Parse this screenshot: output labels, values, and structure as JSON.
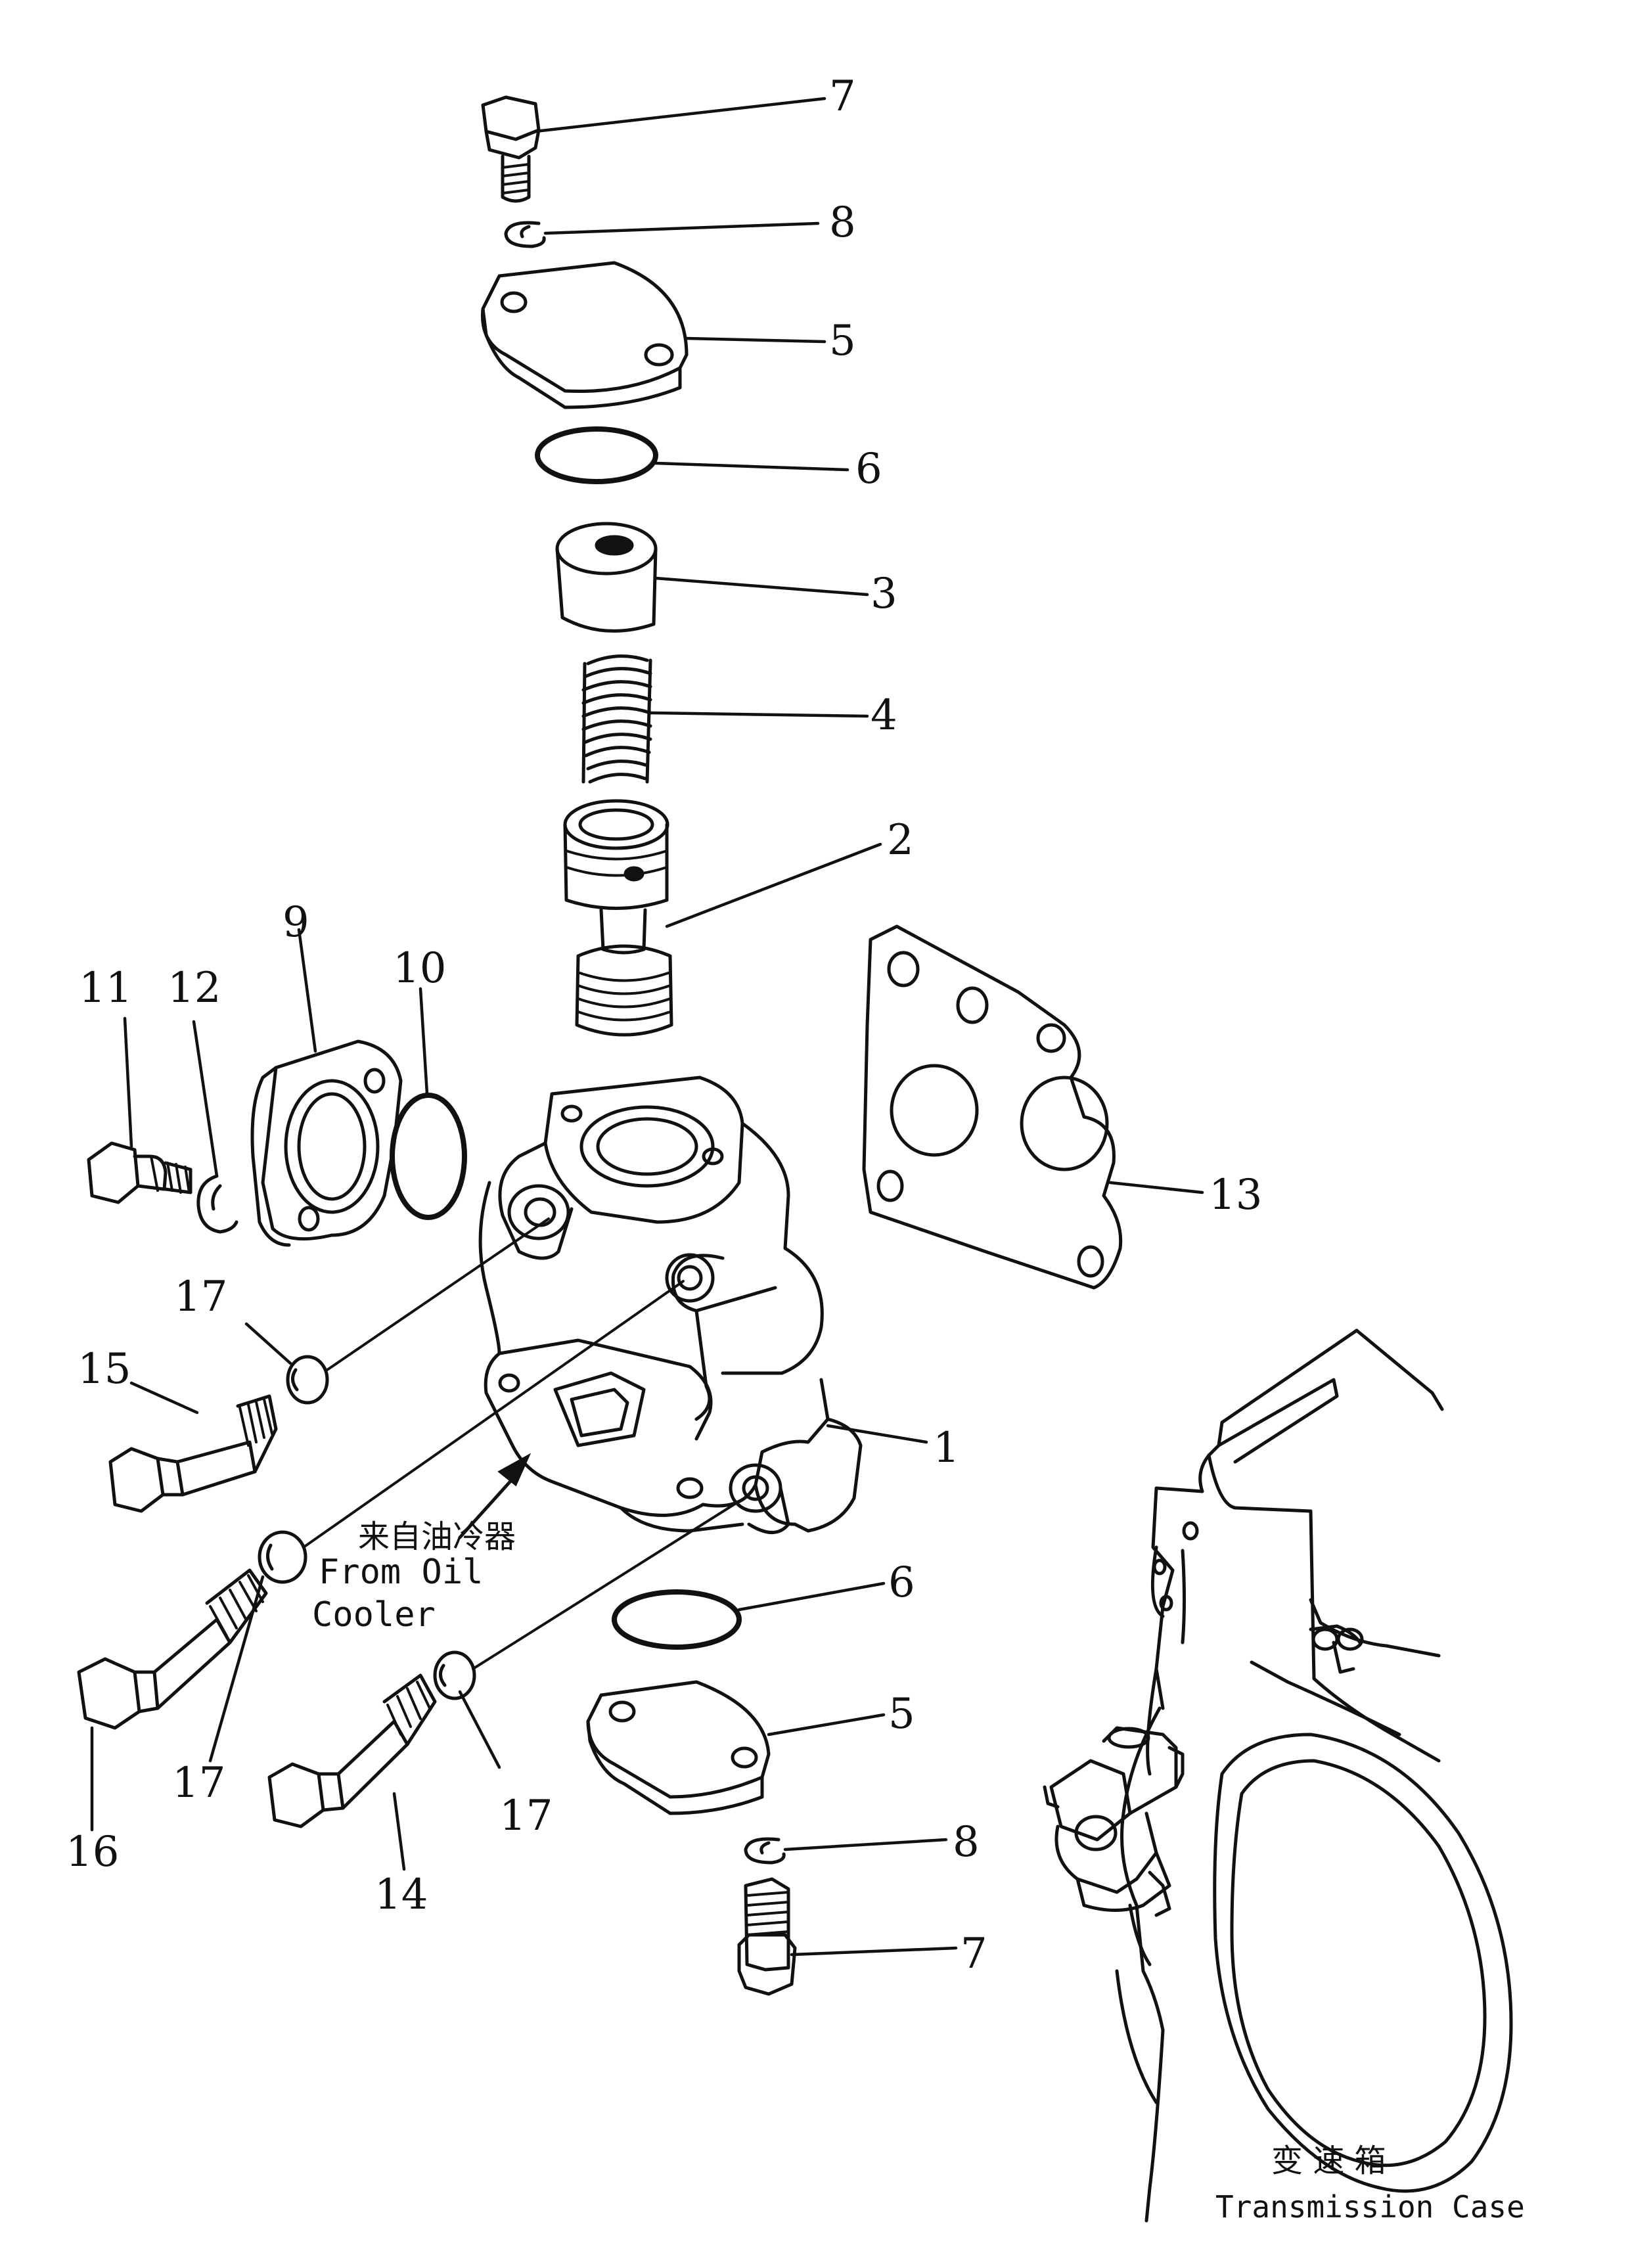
{
  "callouts": {
    "c1": "1",
    "c2": "2",
    "c3": "3",
    "c4": "4",
    "c5a": "5",
    "c5b": "5",
    "c6a": "6",
    "c6b": "6",
    "c7a": "7",
    "c7b": "7",
    "c8a": "8",
    "c8b": "8",
    "c9": "9",
    "c10": "10",
    "c11": "11",
    "c12": "12",
    "c13": "13",
    "c14": "14",
    "c15": "15",
    "c16": "16",
    "c17a": "17",
    "c17b": "17",
    "c17c": "17"
  },
  "notes": {
    "from_cn": "来自油冷器",
    "from_en_1": "From Oil",
    "from_en_2": "Cooler",
    "trans_cn": "变 速 箱",
    "trans_en": "Transmission Case"
  }
}
